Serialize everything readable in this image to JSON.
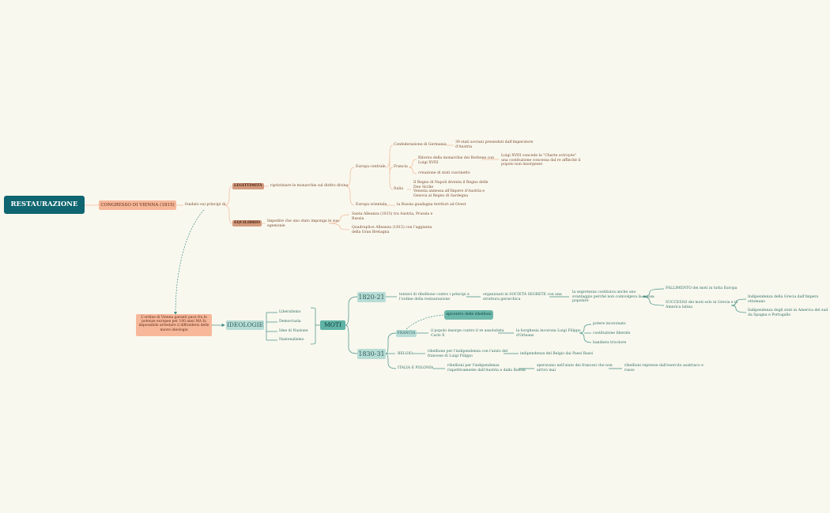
{
  "colors": {
    "background": "#f9f8ee",
    "root": "#0f6670",
    "warm_line": "#f0b89a",
    "teal_line": "#3f8f86",
    "warm_box": "#f7b89a",
    "teal_box": "#b7dcd6"
  },
  "root": "RESTAURAZIONE",
  "congresso": {
    "label": "CONGRESSO DI VIENNA (1815)",
    "fondato": "fondato sui principi di",
    "legittimita": {
      "tag": "LEGITTIMITÀ",
      "desc": "ripristinare le monarchie sul diritto divino",
      "europa_centrale": "Europa centrale",
      "confederazione": "Confederazione di Germania",
      "confederazione_desc": "39 stati sovrani presieduti dall'imperatore\nd'Austria",
      "francia": "Francia",
      "ritorno": "Ritorno della monarchie dei Borbone con\nLuigi XVIII",
      "luigi": "Luigi XVIII concede la \"Charte octroyée\"\nuna costituzione concessa dal re affinché il\npopolo non insorgesse",
      "stati": "creazione di stati cuscinetto",
      "italia": "Italia",
      "italia_desc": "Il Regno di Napoli diventa il Regno delle\nDue Sicilie\nVenezia annessa all'Impero d'Austria  e\nGenova al Regno di Sardegna",
      "europa_orientale": "Europa orientale",
      "russia": "la Russia guadagna territori ad Ovest"
    },
    "equilibrio": {
      "tag": "EQUILIBRIO",
      "desc": "Impedire che uno stato imponga le sue\negemonie",
      "santa": "Santa Alleanza (1815) tra Austria, Prussia e\nRussia",
      "quadruplice": "Quadruplice Alleanza (1815) con l'aggiunta\ndella Gran Bretagna"
    }
  },
  "ordine": "L'ordine di Vienna garantì pace fra le\npotenze europee per 100 anni MA fu\nimpossibile arrestare il diffondersi\ndelle nuove ideologie",
  "ideologie": {
    "label": "IDEOLOGIE",
    "items": [
      "Liberalismo",
      "Democrazia",
      "Idee di Nazione",
      "Nazionalismo"
    ]
  },
  "moti": {
    "label": "MOTI",
    "y1820": {
      "label": "1820-21",
      "tentativi": "tentavi di ribellione contro i principi e\nl'ordine della restaurazione",
      "organizzati": "organizzati in SOCIETÀ SEGRETE con una\nstruttura gerarchica",
      "segretezza": "la segretezza costituiva anche uno\nsvantaggio perché non coinvolgeva la massa\npopolare",
      "fallimento": "FALLIMENTO dei moti in tutta Europa",
      "successo": "SUCCESSO dei moti solo in Grecia e in\nAmerica latina",
      "grecia": "Indipendenza della Grecia dall'Impero\nottomano",
      "america": "Indipendenza degli stati in America del sud\nda Spagna e Portogallo"
    },
    "y1830": {
      "label": "1830-31",
      "epicentro": "epicentro delle ribellioni",
      "francia": "FRANCIA",
      "francia_desc": "il popolo insorge contro il re assolutista\nCarlo X",
      "borghesia": "la borghesia incorona Luigi Filippo\nd'Orleans",
      "effetti": [
        "potere incoronato",
        "costituzione liberale",
        "bandiera tricolore"
      ],
      "belgio": "BELGIO",
      "belgio_desc": "ribellione per l'indipendenza con l'aiuto del\nfrancese di Luigi Filippo",
      "belgio_res": "indipendenza del Belgio dai Paesi Bassi",
      "italia_polonia": "ITALIA E POLONIA",
      "ip_desc": "ribellioni per l'indipendenza\nrispettivamente dall'Austria e dalla Russia",
      "ip_speravano": "speravano nell'aiuto dei francesi che non\narrivò mai",
      "ip_res": "ribellioni represse dall'esercito austriaco e\nrusso"
    }
  }
}
